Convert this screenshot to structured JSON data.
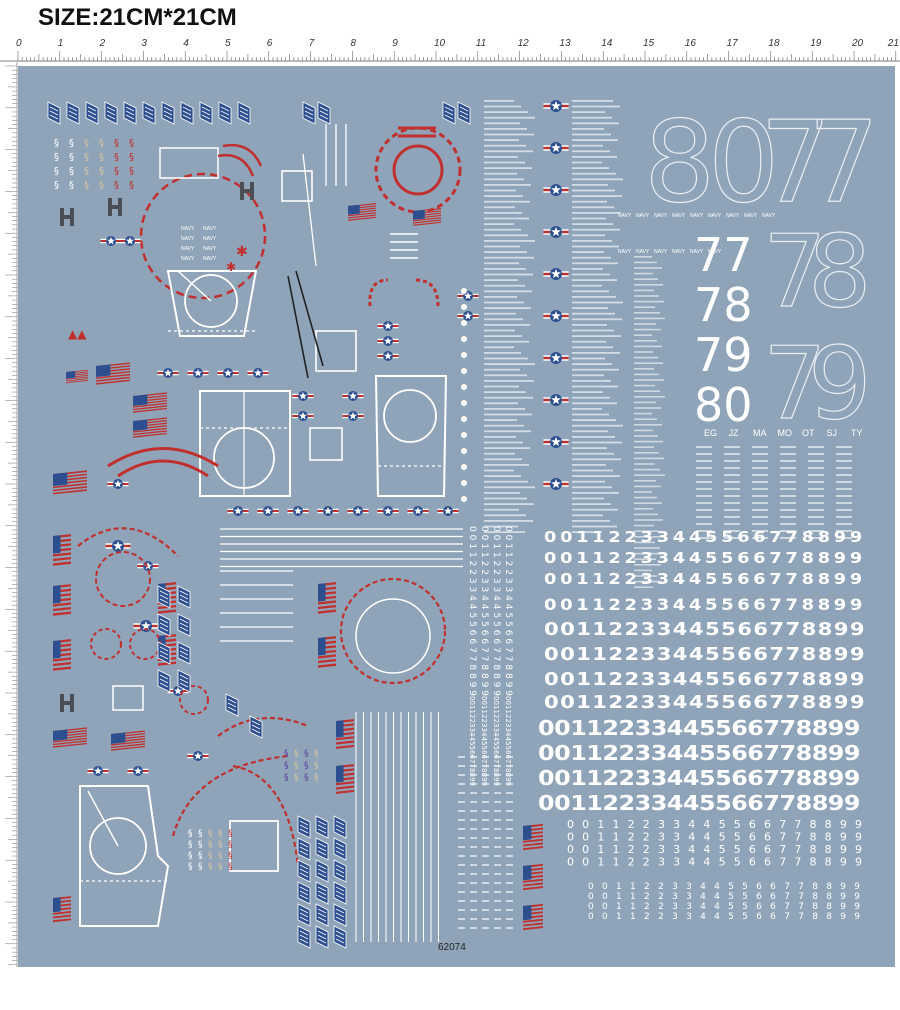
{
  "title": "SIZE:21CM*21CM",
  "ruler": {
    "labels": [
      "0",
      "1",
      "2",
      "3",
      "4",
      "5",
      "6",
      "7",
      "8",
      "9",
      "10",
      "11",
      "12",
      "13",
      "14",
      "15",
      "16",
      "17",
      "18",
      "19",
      "20",
      "21"
    ]
  },
  "sheet": {
    "code": "62074",
    "background_color": "#8fa4b8",
    "big_outline_numbers": [
      "8",
      "0",
      "7",
      "7",
      "7",
      "8",
      "7",
      "9"
    ],
    "white_numbers": [
      "77",
      "78",
      "79",
      "80"
    ],
    "squadron_codes": [
      "EG",
      "JZ",
      "MA",
      "MO",
      "OT",
      "SJ",
      "TY"
    ],
    "digit_row": "0 0 1 1 2 2 3 3 4 4 5 5 6 6 7 7 8 8 9 9",
    "navy_label": "NAVY",
    "colors": {
      "white": "#ffffff",
      "red": "#c0302e",
      "blue": "#2d4f8f"
    }
  }
}
